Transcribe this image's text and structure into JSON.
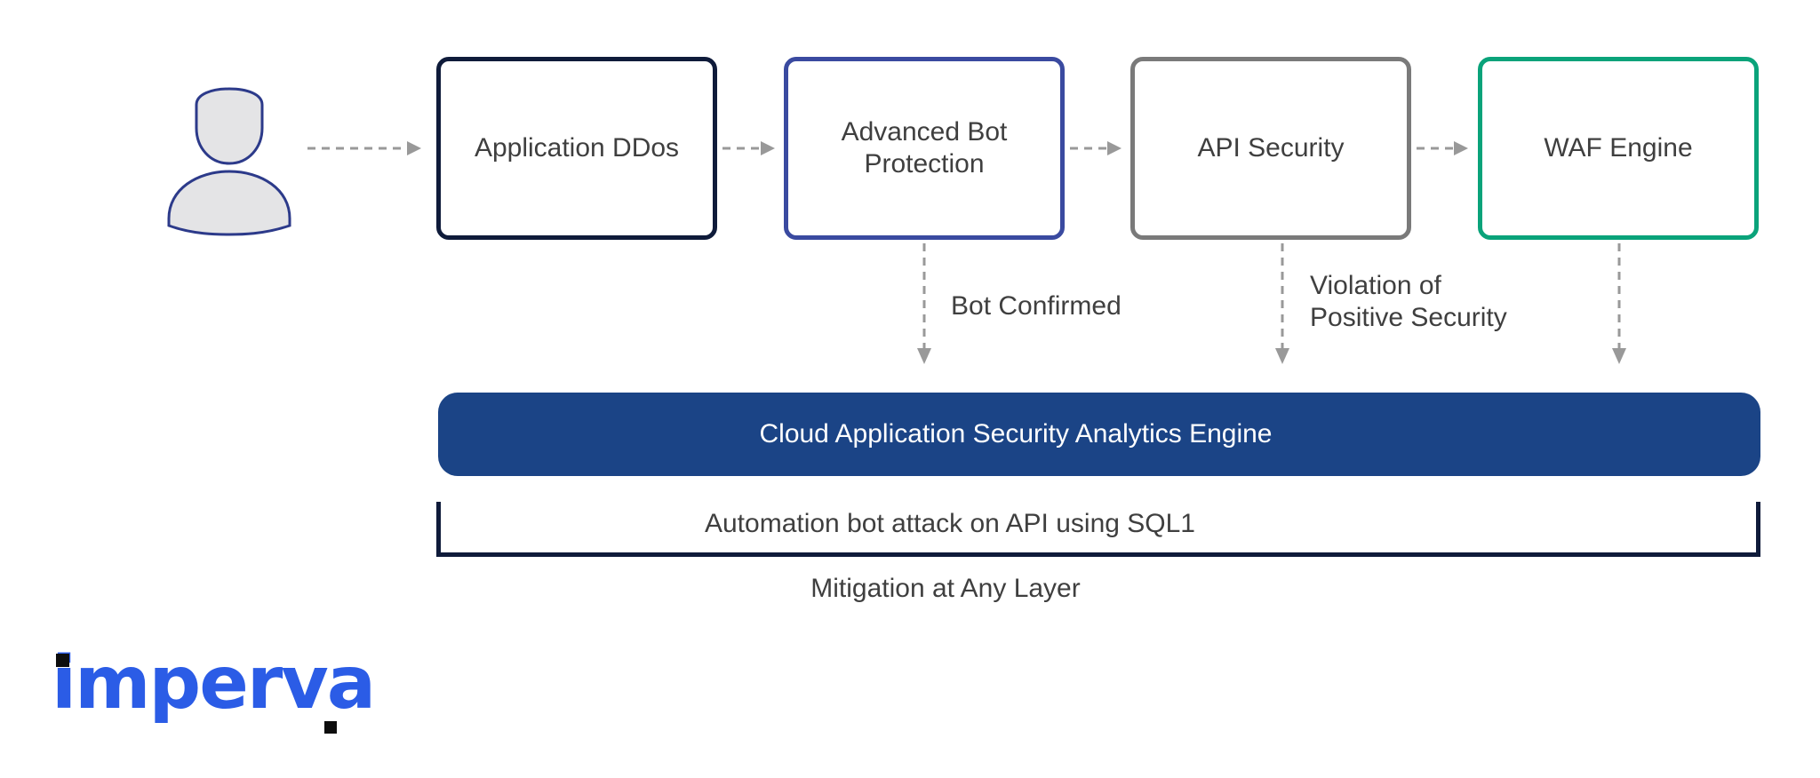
{
  "boxes": {
    "ddos": {
      "line1": "Application DDos",
      "line2": ""
    },
    "bot": {
      "line1": "Advanced Bot",
      "line2": "Protection"
    },
    "api": {
      "line1": "API Security",
      "line2": ""
    },
    "waf": {
      "line1": "WAF Engine",
      "line2": ""
    }
  },
  "labels": {
    "bot_confirmed": "Bot Confirmed",
    "violation_line1": "Violation of",
    "violation_line2": "Positive Security"
  },
  "engine": {
    "label": "Cloud Application Security Analytics Engine"
  },
  "bracket": {
    "label": "Automation bot attack on API using SQL1"
  },
  "footer": {
    "mitigation": "Mitigation at Any Layer"
  },
  "logo": {
    "text": "imperva",
    "color": "#2b5ce6"
  },
  "colors": {
    "ddos_border": "#0f1b3a",
    "bot_border": "#3a4aa0",
    "api_border": "#7a7a7a",
    "waf_border": "#0aa37a",
    "engine_fill": "#1b4486",
    "arrow": "#999999"
  }
}
